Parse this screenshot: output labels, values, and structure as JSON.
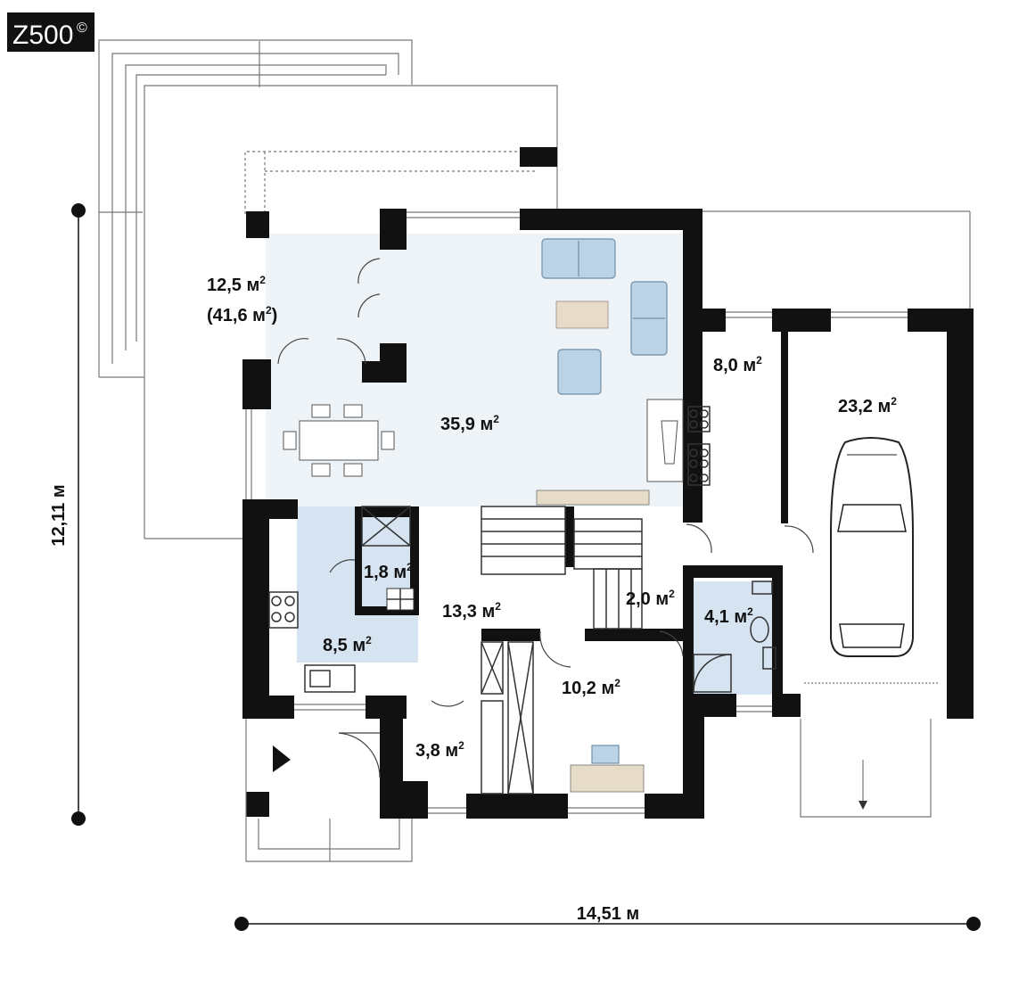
{
  "brand": {
    "logo_text": "Z500",
    "copyright_mark": "©"
  },
  "dimensions": {
    "width_label": "14,51 м",
    "height_label": "12,11 м"
  },
  "rooms": [
    {
      "id": "terrace",
      "area": "12,5  м",
      "secondary": "(41,6 м",
      "sup": "2"
    },
    {
      "id": "living",
      "area": "35,9 м",
      "sup": "2"
    },
    {
      "id": "boiler",
      "area": "8,0  м",
      "sup": "2"
    },
    {
      "id": "garage",
      "area": "23,2 м",
      "sup": "2"
    },
    {
      "id": "pantry",
      "area": "1,8 м",
      "sup": "2"
    },
    {
      "id": "kitchen",
      "area": "8,5 м",
      "sup": "2"
    },
    {
      "id": "hall",
      "area": "13,3 м",
      "sup": "2"
    },
    {
      "id": "corridor",
      "area": "2,0 м",
      "sup": "2"
    },
    {
      "id": "bathroom",
      "area": "4,1 м",
      "sup": "2"
    },
    {
      "id": "office",
      "area": "10,2 м",
      "sup": "2"
    },
    {
      "id": "vestibule",
      "area": "3,8 м",
      "sup": "2"
    }
  ],
  "colors": {
    "wall": "#111111",
    "floor_tint": "#eef3f8",
    "kitchen_tint": "#d5e4f0",
    "furniture": "#bcd3e6"
  }
}
